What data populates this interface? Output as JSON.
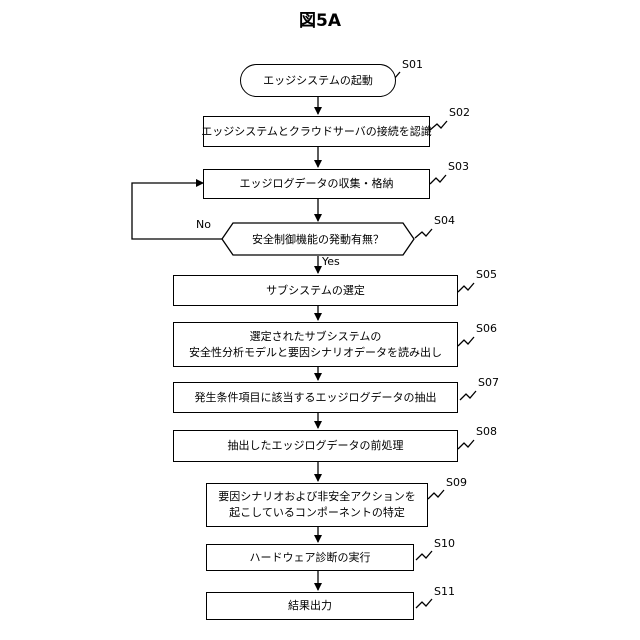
{
  "title": "図5A",
  "steps": {
    "s01": {
      "id": "S01",
      "lines": [
        "エッジシステムの起動"
      ]
    },
    "s02": {
      "id": "S02",
      "lines": [
        "エッジシステムとクラウドサーバの接続を認識"
      ]
    },
    "s03": {
      "id": "S03",
      "lines": [
        "エッジログデータの収集・格納"
      ]
    },
    "s04": {
      "id": "S04",
      "lines": [
        "安全制御機能の発動有無？"
      ]
    },
    "s05": {
      "id": "S05",
      "lines": [
        "サブシステムの選定"
      ]
    },
    "s06": {
      "id": "S06",
      "lines": [
        "選定されたサブシステムの",
        "安全性分析モデルと要因シナリオデータを読み出し"
      ]
    },
    "s07": {
      "id": "S07",
      "lines": [
        "発生条件項目に該当するエッジログデータの抽出"
      ]
    },
    "s08": {
      "id": "S08",
      "lines": [
        "抽出したエッジログデータの前処理"
      ]
    },
    "s09": {
      "id": "S09",
      "lines": [
        "要因シナリオおよび非安全アクションを",
        "起こしているコンポーネントの特定"
      ]
    },
    "s10": {
      "id": "S10",
      "lines": [
        "ハードウェア診断の実行"
      ]
    },
    "s11": {
      "id": "S11",
      "lines": [
        "結果出力"
      ]
    }
  },
  "branches": {
    "no": "No",
    "yes": "Yes"
  }
}
